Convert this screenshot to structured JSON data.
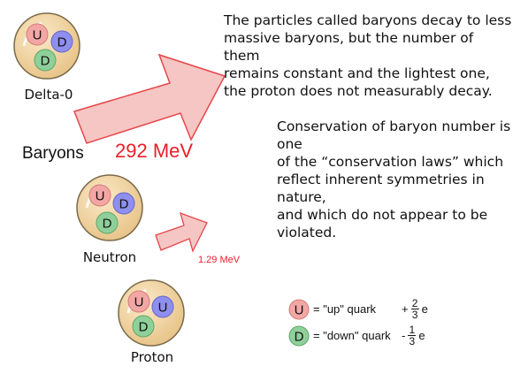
{
  "particles": [
    {
      "name": "Delta-0",
      "quarks": [
        "U",
        "D",
        "D"
      ]
    },
    {
      "name": "Neutron",
      "quarks": [
        "U",
        "D",
        "D"
      ]
    },
    {
      "name": "Proton",
      "quarks": [
        "U",
        "U",
        "D"
      ]
    }
  ],
  "heading": "Baryons",
  "energies": {
    "large": "292 MeV",
    "small": "1.29 MeV"
  },
  "text": {
    "p1_l1": "The particles called baryons decay to less",
    "p1_l2": "massive baryons, but the number of them",
    "p1_l3": "remains constant and the lightest one,",
    "p1_l4": "the proton does not measurably decay.",
    "p2_l1": "Conservation of baryon number is one",
    "p2_l2": "of the “conservation laws” which",
    "p2_l3": "reflect inherent symmetries in nature,",
    "p2_l4": "and which do not appear to be",
    "p2_l5": "violated."
  },
  "legend": {
    "up": {
      "symbol": "U",
      "desc": "= \"up\" quark",
      "sign": "+",
      "num": "2",
      "den": "3",
      "unit": "e"
    },
    "down": {
      "symbol": "D",
      "desc": "= \"down\" quark",
      "sign": "-",
      "num": "1",
      "den": "3",
      "unit": "e"
    }
  },
  "colors": {
    "up_quark": "#f3a7a5",
    "down_quark_blue": "#8e8ff0",
    "down_quark_green": "#8fd09a",
    "particle_fill": "#f2d8a8",
    "particle_stroke": "#7a6a4a",
    "arrow_fill": "#f5c6c4",
    "arrow_stroke": "#e8454a",
    "accent_red": "#e8202a"
  }
}
